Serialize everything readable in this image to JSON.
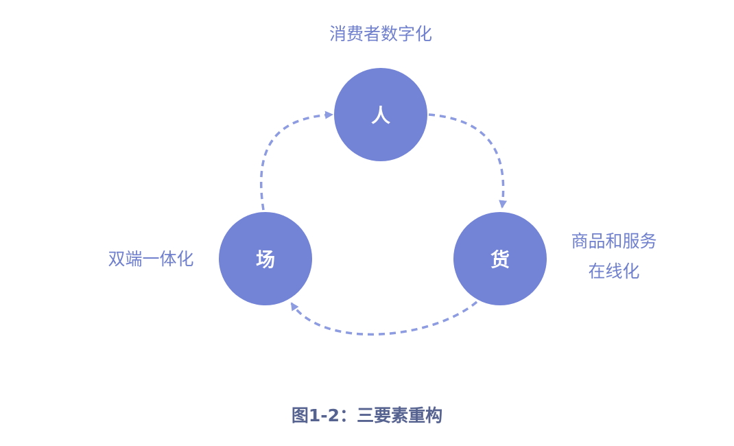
{
  "nodes": {
    "person": {
      "label": "人",
      "caption": "消费者数字化"
    },
    "place": {
      "label": "场",
      "caption": "双端一体化"
    },
    "goods": {
      "label": "货",
      "caption_line1": "商品和服务",
      "caption_line2": "在线化"
    }
  },
  "figure_title": "图1-2：三要素重构",
  "colors": {
    "node_fill": "#7383d6",
    "arrow": "#8d9be0",
    "caption_text": "#7080cc",
    "title_text": "#56628f"
  }
}
